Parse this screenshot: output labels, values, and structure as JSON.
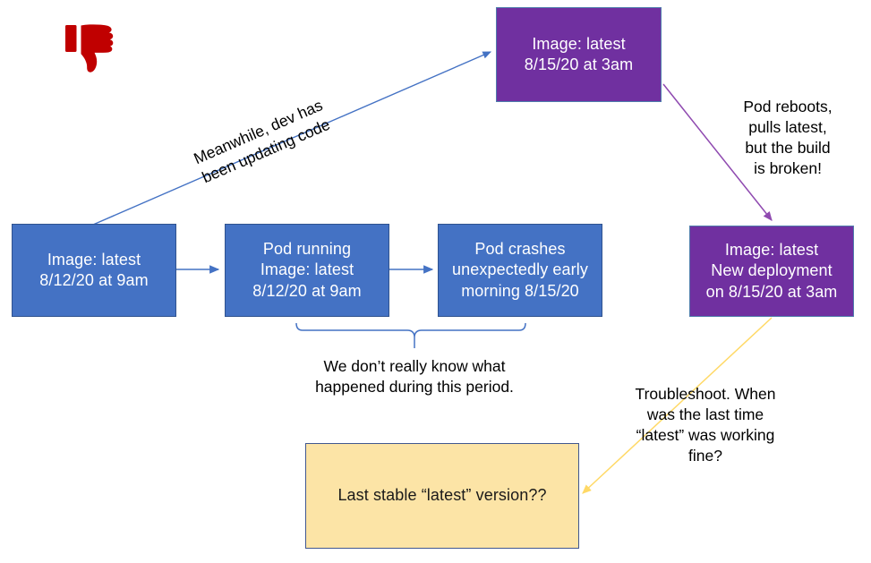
{
  "diagram": {
    "title_icon": "thumbs-down-icon",
    "colors": {
      "blue_fill": "#4472c4",
      "blue_stroke": "#2f528f",
      "purple_fill": "#7030a0",
      "yellow_fill": "#fce4a6",
      "yellow_stroke": "#41578f",
      "blue_connector": "#4472c4",
      "purple_connector": "#8f4ab0",
      "yellow_connector": "#ffd966",
      "icon_red": "#c00000"
    },
    "nodes": [
      {
        "id": "image-latest-top",
        "type": "purple",
        "text": "Image: latest\n8/15/20 at 3am"
      },
      {
        "id": "image-latest-start",
        "type": "blue",
        "text": "Image: latest\n8/12/20 at 9am"
      },
      {
        "id": "pod-running",
        "type": "blue",
        "text": "Pod running\nImage: latest\n8/12/20 at 9am"
      },
      {
        "id": "pod-crashes",
        "type": "blue",
        "text": "Pod crashes\nunexpectedly early\nmorning 8/15/20"
      },
      {
        "id": "new-deployment",
        "type": "purple",
        "text": "Image: latest\nNew deployment\non 8/15/20 at 3am"
      },
      {
        "id": "last-stable-version",
        "type": "yellow",
        "text": "Last stable “latest” version??"
      }
    ],
    "captions": [
      {
        "id": "dev-updating-code",
        "text": "Meanwhile, dev has\nbeen updating code"
      },
      {
        "id": "pod-reboots",
        "text": "Pod reboots,\npulls latest,\nbut the build\nis broken!"
      },
      {
        "id": "unknown-period",
        "text": "We don’t really know what\nhappened during this period."
      },
      {
        "id": "troubleshoot",
        "text": "Troubleshoot. When\nwas the last time\n“latest” was working\nfine?"
      }
    ]
  }
}
